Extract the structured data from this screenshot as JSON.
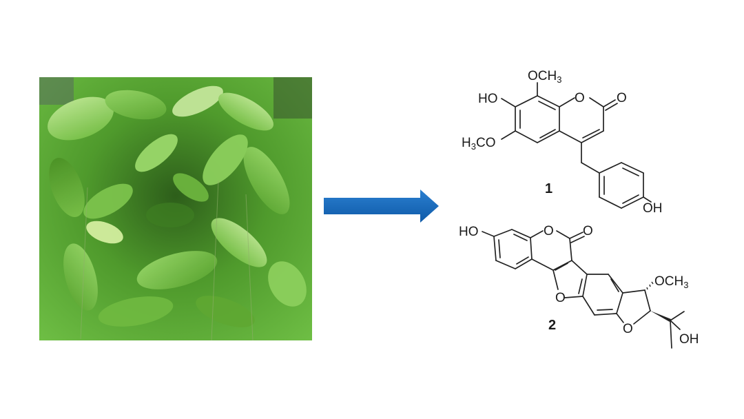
{
  "figure": {
    "left_panel": {
      "image_description": "Photograph of green pinnate-leaved climbing plant foliage",
      "dominant_colors": [
        "#5fa832",
        "#7ec850",
        "#2f6b1c",
        "#a8dc78"
      ]
    },
    "arrow": {
      "direction": "right",
      "color": "#1a6bbf"
    },
    "compounds": [
      {
        "label": "1",
        "substituents": [
          "OCH3",
          "HO",
          "H3CO",
          "OH",
          "O",
          "O"
        ]
      },
      {
        "label": "2",
        "substituents": [
          "HO",
          "O",
          "O",
          "O",
          "O",
          "OCH3",
          "OH"
        ]
      }
    ]
  }
}
